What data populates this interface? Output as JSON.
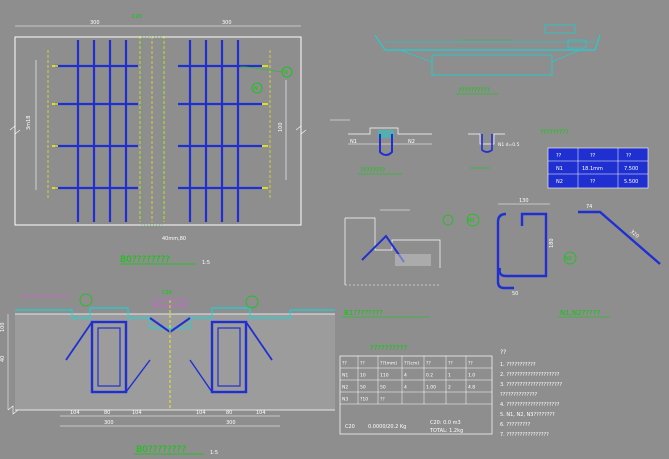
{
  "colors": {
    "background": "#8e8e8e",
    "line": "#ffffff",
    "rebar": "#2030d0",
    "cyan": "#00e0e0",
    "yellow": "#ffff00",
    "green": "#00d000",
    "magenta": "#ff40ff",
    "red": "#ff3030",
    "concrete": "#b8b8b8",
    "table_fill": "#2030d0"
  },
  "labels": {
    "plan_dim_left": "300",
    "plan_dim_right": "300",
    "plan_dim_side": "3m18",
    "plan_dim_right_side": "100",
    "plan_top_tag": "C20",
    "plan_mark_1": "N",
    "plan_mark_2": "N",
    "plan_bottom_dim": "40mm,80",
    "plan_title": "B0????????",
    "plan_scale": "1:5",
    "section_top_title": "??????????",
    "detail_a_title": "????????",
    "detail_a_left": "N1",
    "detail_a_right": "N2",
    "detail_b_dim": "N1 d=0.5",
    "table_top_title": "?????????",
    "detail_c_title": "B1????????",
    "n1_mark": "N1",
    "n1_dim_top": "130",
    "n1_dim_side": "180",
    "n1_dim_bottom": "50",
    "n2_mark": "N2",
    "n2_dim_top": "74",
    "n2_dim_long": "320",
    "n_title": "N1,N2?????",
    "bottom_title": "B0????????",
    "bottom_scale": "1:5",
    "bottom_dim_1": "104",
    "bottom_dim_2": "80",
    "bottom_dim_3": "104",
    "bottom_dim_4": "300",
    "bottom_dim_5": "300",
    "bottom_dim_6": "104",
    "bottom_dim_7": "80",
    "bottom_dim_8": "104",
    "bottom_left_100": "100",
    "bottom_left_40": "40",
    "bottom_top_tag": "C20",
    "notes_title": "??",
    "quantity_title": "??????????"
  },
  "top_table": {
    "rows": [
      [
        "??",
        "??",
        "??"
      ],
      [
        "N1",
        "18.1mm",
        "7.500"
      ],
      [
        "N2",
        "??",
        "5.500"
      ]
    ]
  },
  "quantity_table": {
    "header": [
      "??",
      "??",
      "??(mm)",
      "??(cm)",
      "??",
      "??",
      "??"
    ],
    "rows": [
      [
        "N1",
        "10",
        "110",
        "4",
        "0.2",
        "1",
        "1.0"
      ],
      [
        "N2",
        "50",
        "50",
        "4",
        "1.00",
        "2",
        "4.8"
      ],
      [
        "N3",
        "?10",
        "??",
        "",
        "",
        "",
        ""
      ]
    ],
    "footer_left": "C20",
    "footer_mid": "0.0000/20.2 Kg",
    "footer_right_1": "C20: 0.0 m3",
    "footer_right_2": "TOTAL: 1.2kg"
  },
  "notes": [
    "1. ???????????",
    "2. ????????????????????",
    "3. ?????????????????????",
    "   ??????????????",
    "4. ????????????????????",
    "5. N1, N2, N3????????",
    "6. ?????????",
    "7. ????????????????"
  ]
}
